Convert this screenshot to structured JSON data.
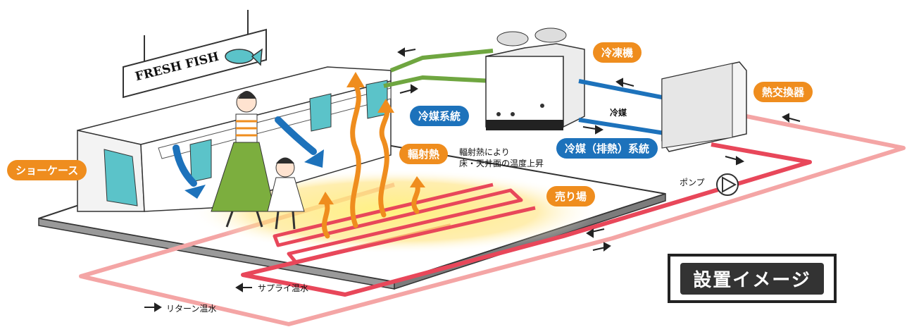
{
  "labels": {
    "sign": "FRESH FISH",
    "showcase": "ショーケース",
    "refrigerator": "冷凍機",
    "heat_exchanger": "熱交換器",
    "refrigerant_system": "冷媒系統",
    "refrigerant": "冷媒",
    "refrigerant_exhaust_system": "冷媒（排熱）系統",
    "radiant_heat": "輻射熱",
    "radiant_note_line1": "輻射熱により",
    "radiant_note_line2": "床・天井面の温度上昇",
    "sales_floor": "売り場",
    "pump": "ポンプ",
    "supply_water": "サプライ温水",
    "return_water": "リターン温水",
    "installation_image": "設置イメージ"
  },
  "colors": {
    "orange": "#ef8d1e",
    "blue": "#1d72bb",
    "green": "#6fa640",
    "supply_pipe": "#e8475a",
    "return_pipe": "#f4a5a5",
    "showcase_teal": "#5bc3c9"
  }
}
